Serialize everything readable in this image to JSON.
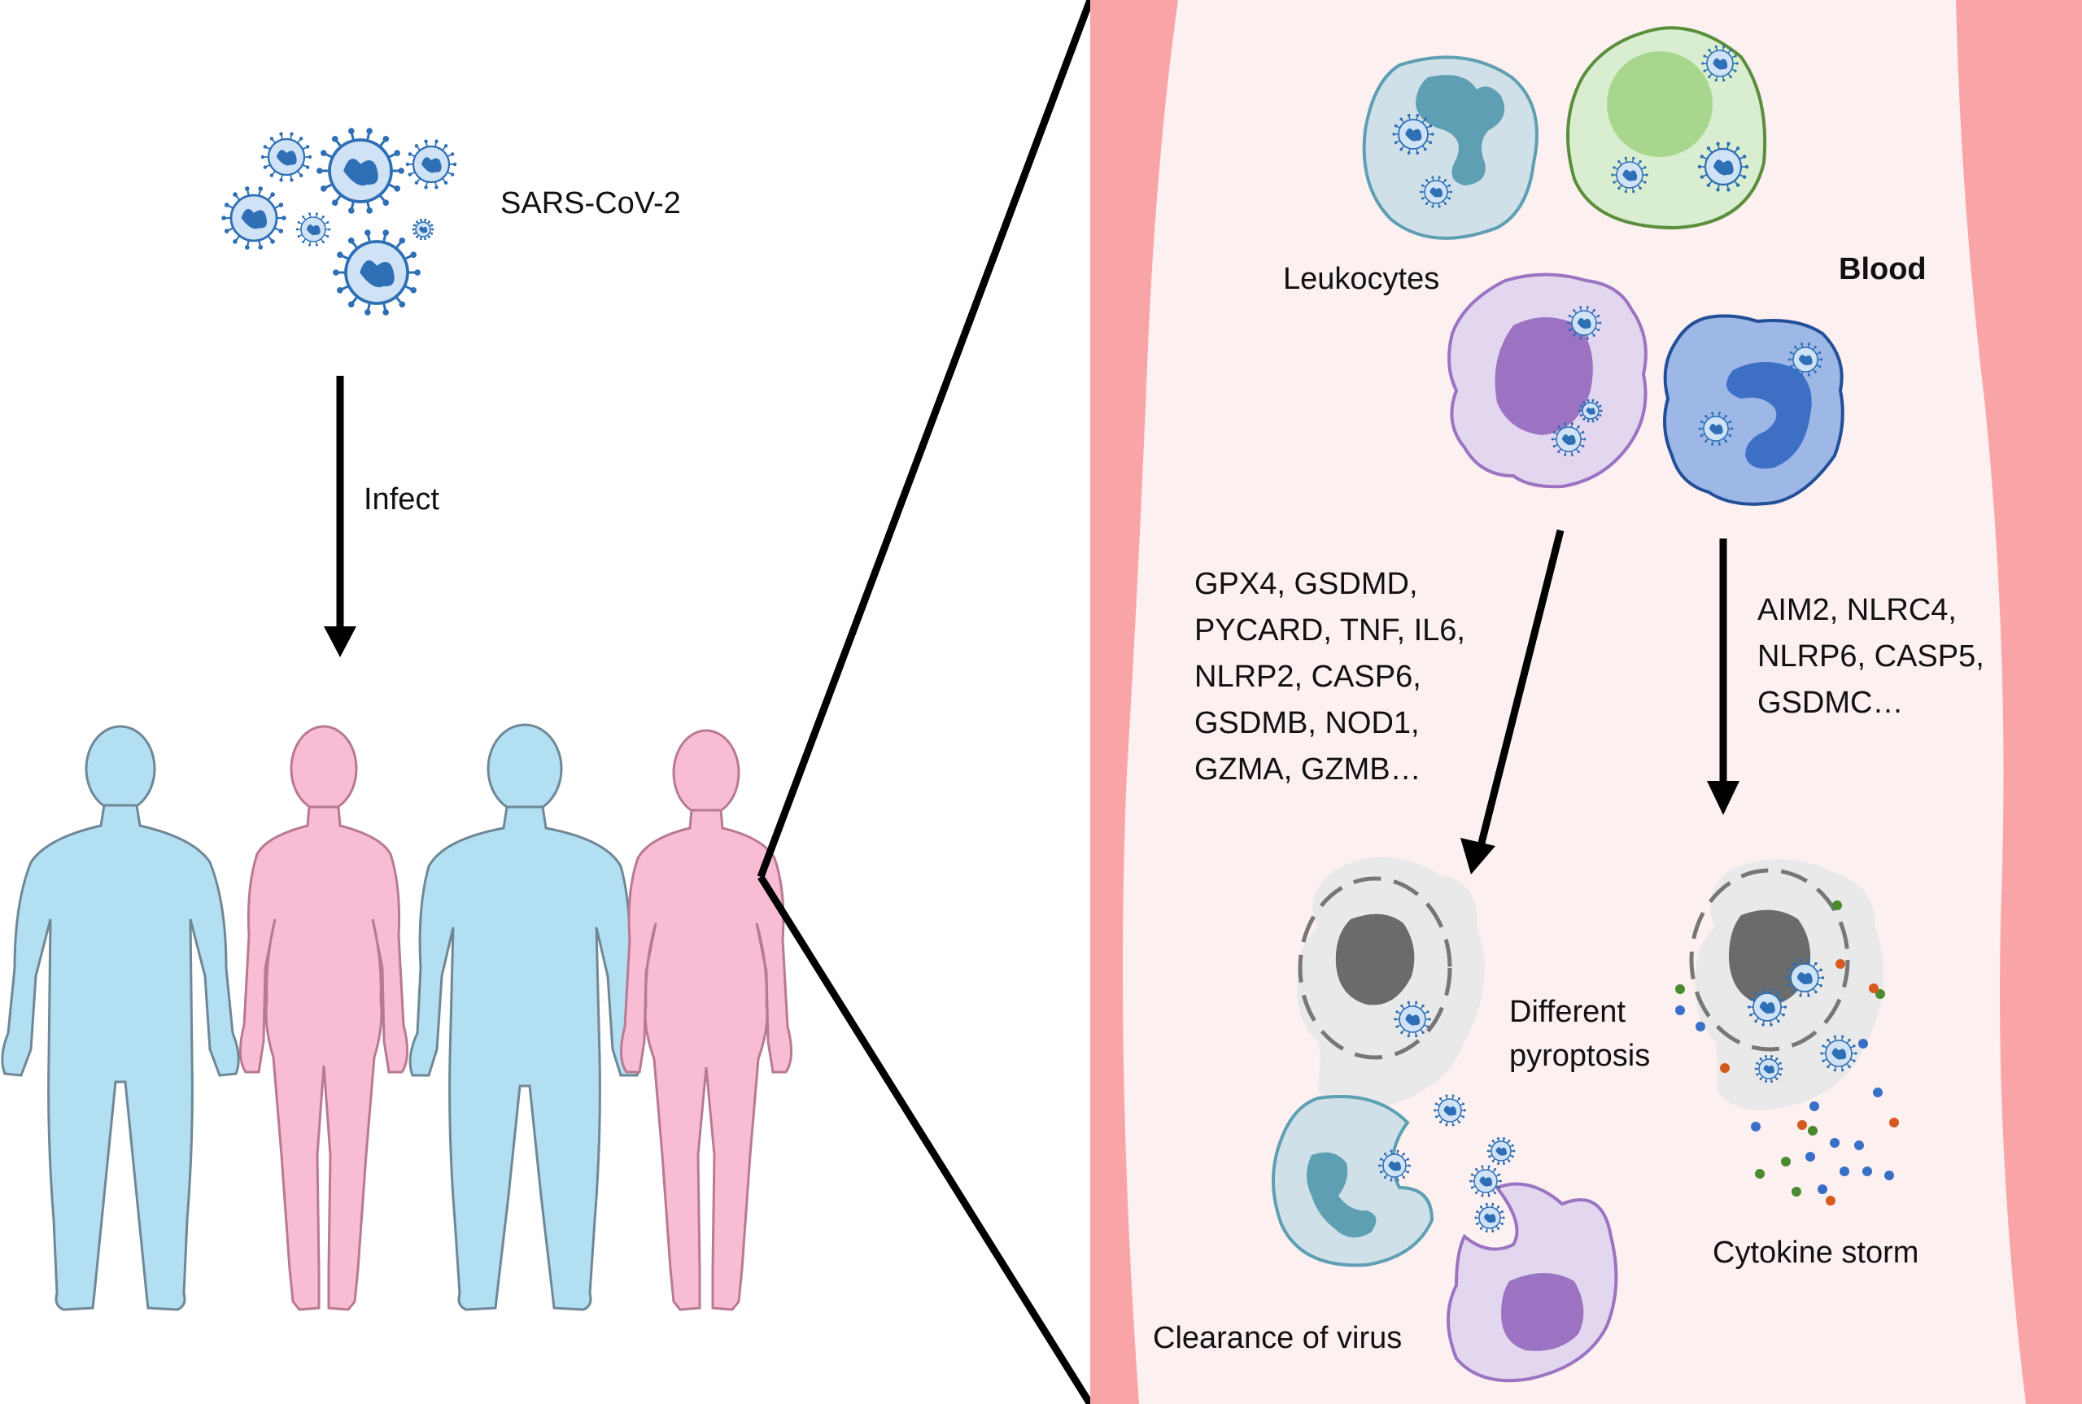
{
  "labels": {
    "virus": "SARS-CoV-2",
    "infect": "Infect",
    "leukocytes": "Leukocytes",
    "blood": "Blood",
    "different_pyroptosis_line1": "Different",
    "different_pyroptosis_line2": "pyroptosis",
    "clearance": "Clearance of virus",
    "cytokine_storm": "Cytokine storm"
  },
  "gene_list_left": [
    "GPX4, GSDMD,",
    "PYCARD, TNF, IL6,",
    "NLRP2, CASP6,",
    "GSDMB, NOD1,",
    "GZMA, GZMB…"
  ],
  "gene_list_right": [
    "AIM2, NLRC4,",
    "NLRP6, CASP5,",
    "GSDMC…"
  ],
  "colors": {
    "virus_blue": "#2e6fb5",
    "virus_light": "#cfe2f6",
    "male_silhouette": "#b3dff2",
    "female_silhouette": "#f8bcd4",
    "vessel_wall": "#f9a5a8",
    "vessel_lumen": "#fdf0f0",
    "neutrophil": "#cfe0e8",
    "neutrophil_nucleus": "#5f9fb3",
    "green_cell": "#d9eed0",
    "green_nucleus": "#a7d68c",
    "monocyte": "#e3d7f0",
    "monocyte_nucleus": "#9b73c2",
    "lymphocyte": "#9db7e6",
    "lymphocyte_nucleus": "#3d6fc5",
    "dying_cell": "#e9e9e9",
    "dying_nucleus": "#6b6b6b",
    "cytokine_dot_1": "#3a6fc7",
    "cytokine_dot_2": "#d65a1e",
    "cytokine_dot_3": "#4b8a2e"
  },
  "icons": {
    "virus": "coronavirus-icon",
    "silhouettes": [
      "male-silhouette-icon",
      "female-silhouette-icon",
      "male-silhouette-icon",
      "female-silhouette-icon"
    ]
  }
}
